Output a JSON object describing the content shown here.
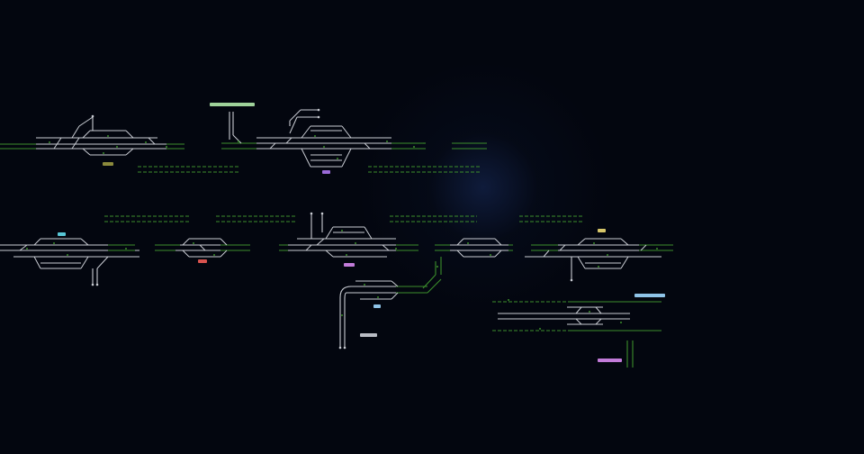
{
  "colors": {
    "background": "#03060f",
    "track": "#c9ccd3",
    "signal": "#3c8f2c",
    "label_green": "#9fd29a",
    "label_olive": "#8c8a3c",
    "label_teal": "#58c7d6",
    "label_red": "#d9534f",
    "label_purple": "#9a6ad8",
    "label_pink": "#c27bd9",
    "label_blue": "#8fc4e8",
    "label_grey": "#b9bcc4",
    "label_yellow": "#d8c76a"
  },
  "stations": [
    {
      "id": "station-1"
    },
    {
      "id": "station-2"
    },
    {
      "id": "station-3"
    },
    {
      "id": "station-4"
    },
    {
      "id": "station-5"
    },
    {
      "id": "station-6"
    },
    {
      "id": "station-7"
    },
    {
      "id": "station-8"
    },
    {
      "id": "station-9"
    }
  ],
  "labels": [
    {
      "text": "",
      "color": "#9fd29a"
    },
    {
      "text": "",
      "color": "#8c8a3c"
    },
    {
      "text": "",
      "color": "#9a6ad8"
    },
    {
      "text": "",
      "color": "#58c7d6"
    },
    {
      "text": "",
      "color": "#d9534f"
    },
    {
      "text": "",
      "color": "#c27bd9"
    },
    {
      "text": "",
      "color": "#8fc4e8"
    },
    {
      "text": "",
      "color": "#b9bcc4"
    },
    {
      "text": "",
      "color": "#d8c76a"
    },
    {
      "text": "",
      "color": "#8fc4e8"
    },
    {
      "text": "",
      "color": "#c27bd9"
    }
  ]
}
